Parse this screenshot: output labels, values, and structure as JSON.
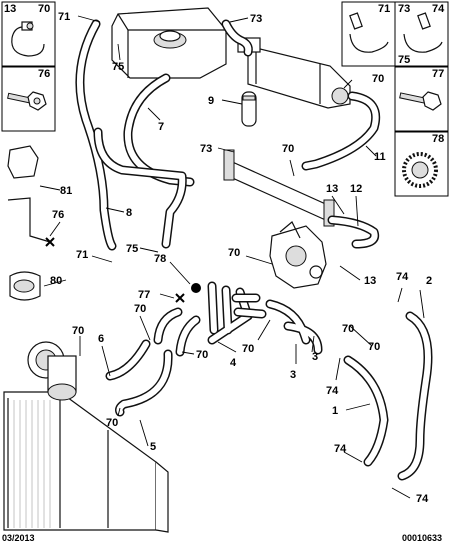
{
  "footer": {
    "date": "03/2013",
    "ref": "00010633"
  },
  "side_boxes": [
    {
      "labels": [
        "13",
        "70"
      ]
    },
    {
      "labels": [
        "76"
      ]
    },
    {
      "labels": [
        "81"
      ]
    },
    {
      "labels": [
        "80"
      ]
    }
  ],
  "right_boxes": [
    {
      "labels": [
        "71",
        "73",
        "75",
        "74"
      ]
    },
    {
      "labels": [
        "77"
      ]
    },
    {
      "labels": [
        "78"
      ]
    }
  ],
  "callouts": {
    "c71_top": "71",
    "c75_top": "75",
    "c73_top": "73",
    "c70_top": "70",
    "c9": "9",
    "c7": "7",
    "c73_mid": "73",
    "c70_mid": "70",
    "c11": "11",
    "c13_a": "13",
    "c12": "12",
    "c81": "81",
    "c76": "76",
    "c8": "8",
    "c71_mid": "71",
    "c75_mid": "75",
    "c70_center": "70",
    "c13_b": "13",
    "c74_right": "74",
    "c2": "2",
    "c80": "80",
    "c78": "78",
    "c77": "77",
    "c70_left": "70",
    "c6": "6",
    "c70_a": "70",
    "c70_b": "70",
    "c4": "4",
    "c70_c": "70",
    "c3_a": "3",
    "c3_b": "3",
    "c70_d": "70",
    "c70_e": "70",
    "c74_mid": "74",
    "c1": "1",
    "c5": "5",
    "c70_low": "70",
    "c74_low": "74",
    "c74_bottom": "74"
  }
}
